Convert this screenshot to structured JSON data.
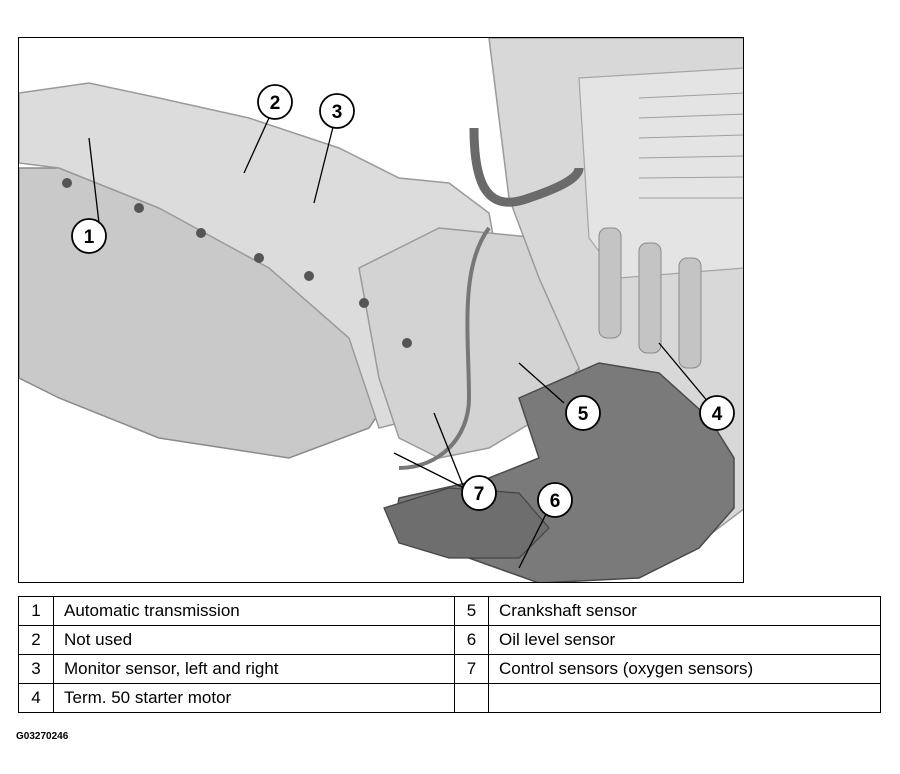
{
  "figure": {
    "callouts": [
      {
        "number": "1"
      },
      {
        "number": "2"
      },
      {
        "number": "3"
      },
      {
        "number": "4"
      },
      {
        "number": "5"
      },
      {
        "number": "6"
      },
      {
        "number": "7"
      }
    ]
  },
  "legend": {
    "rows": [
      {
        "n1": "1",
        "d1": "Automatic transmission",
        "n2": "5",
        "d2": "Crankshaft sensor"
      },
      {
        "n1": "2",
        "d1": "Not used",
        "n2": "6",
        "d2": "Oil level sensor"
      },
      {
        "n1": "3",
        "d1": "Monitor sensor, left and right",
        "n2": "7",
        "d2": "Control sensors (oxygen sensors)"
      },
      {
        "n1": "4",
        "d1": "Term. 50 starter motor",
        "n2": "",
        "d2": ""
      }
    ]
  },
  "caption": "G03270246"
}
